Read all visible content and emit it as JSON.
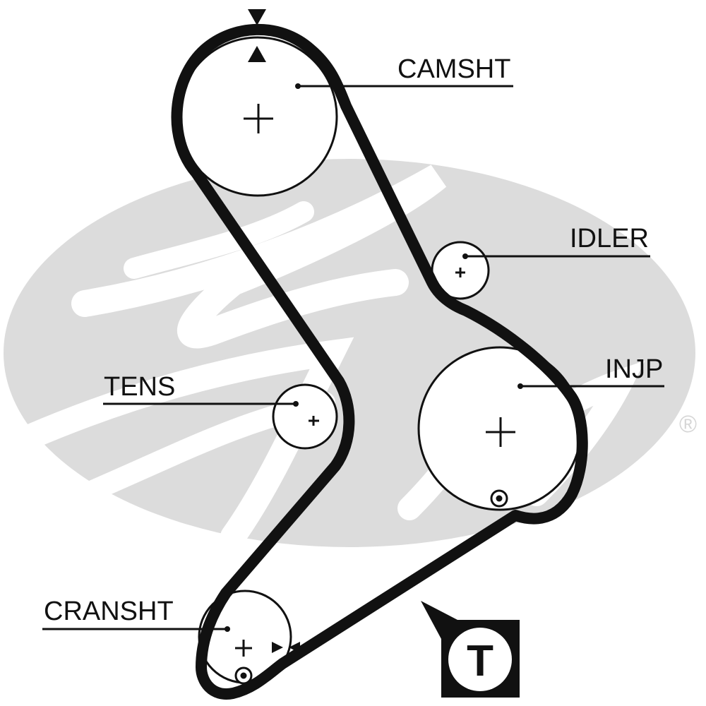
{
  "diagram": {
    "type": "timing-belt-routing",
    "brand_watermark": "Gates",
    "registered_mark": "®",
    "colors": {
      "belt": "#111111",
      "pulley_outline": "#111111",
      "watermark": "#dcdcdc",
      "watermark_script": "#ffffff",
      "background": "#ffffff"
    },
    "pulleys": [
      {
        "id": "camsht",
        "label": "CAMSHT",
        "role": "camshaft",
        "has_timing_mark": true
      },
      {
        "id": "idler",
        "label": "IDLER",
        "role": "idler"
      },
      {
        "id": "injp",
        "label": "INJP",
        "role": "injection-pump",
        "has_timing_mark": true
      },
      {
        "id": "tens",
        "label": "TENS",
        "role": "tensioner"
      },
      {
        "id": "cransht",
        "label": "CRANSHT",
        "role": "crankshaft",
        "has_timing_mark": true
      }
    ],
    "timing_badge": {
      "letter": "T",
      "meaning": "timing belt"
    }
  }
}
